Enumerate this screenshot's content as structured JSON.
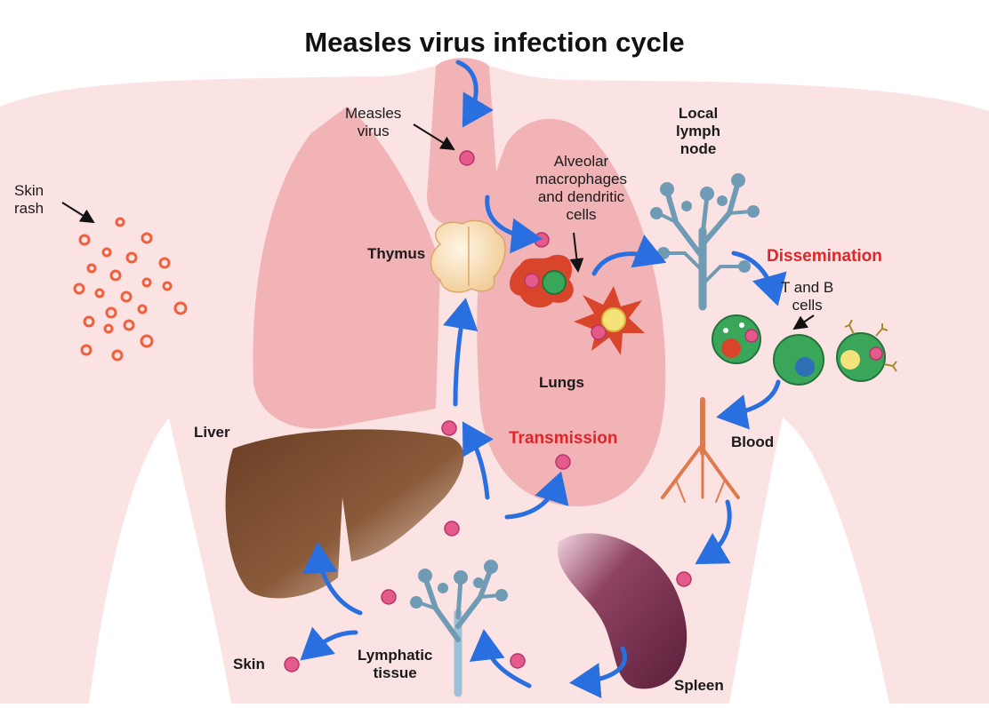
{
  "title": "Measles virus infection cycle",
  "labels": {
    "skin_rash": "Skin\nrash",
    "measles_virus": "Measles\nvirus",
    "alveolar": "Alveolar\nmacrophages\nand dendritic\ncells",
    "local_lymph_node": "Local\nlymph\nnode",
    "thymus": "Thymus",
    "dissemination": "Dissemination",
    "t_and_b_cells": "T and B\ncells",
    "lungs": "Lungs",
    "liver": "Liver",
    "transmission": "Transmission",
    "blood": "Blood",
    "skin": "Skin",
    "lymphatic_tissue": "Lymphatic\ntissue",
    "spleen": "Spleen"
  },
  "colors": {
    "body": "#fbe3e4",
    "lung": "#f2b3b6",
    "arrow": "#2a6fe0",
    "virus": "#e45a8a",
    "rash": "#f0603d",
    "liver": "#7a4a2e",
    "spleen": "#7a2d4f",
    "lymph": "#6f9bb5",
    "cell_green": "#3aa65a",
    "dissemination_red": "#e0262a"
  }
}
